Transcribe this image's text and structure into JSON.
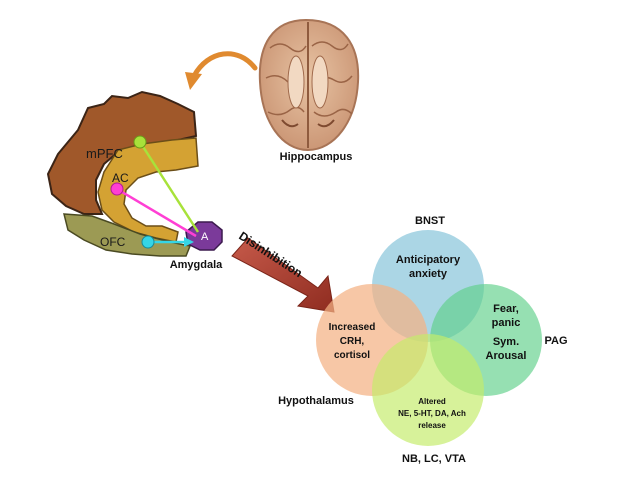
{
  "labels": {
    "hippocampus": "Hippocampus",
    "mpfc": "mPFC",
    "ac": "AC",
    "ofc": "OFC",
    "a": "A",
    "amygdala": "Amygdala",
    "disinhibition": "Disinhibition",
    "bnst": "BNST",
    "pag": "PAG",
    "hypothalamus": "Hypothalamus",
    "nb_lc_vta": "NB, LC, VTA"
  },
  "circles": {
    "bnst_text": [
      "Anticipatory",
      "anxiety"
    ],
    "pag_text": [
      "Fear,",
      "panic",
      "Sym.",
      "Arousal"
    ],
    "hypothalamus_text": [
      "Increased",
      "CRH,",
      "cortisol"
    ],
    "nb_text": [
      "Altered",
      "NE, 5-HT, DA, Ach",
      "release"
    ]
  },
  "colors": {
    "mpfc": "#a0582a",
    "ac": "#d4a233",
    "ofc": "#9c9a54",
    "amygdala": "#7b3a9a",
    "mpfc_dot": "#a8e23a",
    "ac_dot": "#ff3fd4",
    "ofc_dot": "#35d5e6",
    "bnst_circle": "#8fc8dc",
    "pag_circle": "#5dd089",
    "hypothalamus_circle": "#f4b184",
    "nb_circle": "#c4ec6a",
    "arrow": "#b13b2c",
    "curve_arrow": "#e08a2f"
  }
}
